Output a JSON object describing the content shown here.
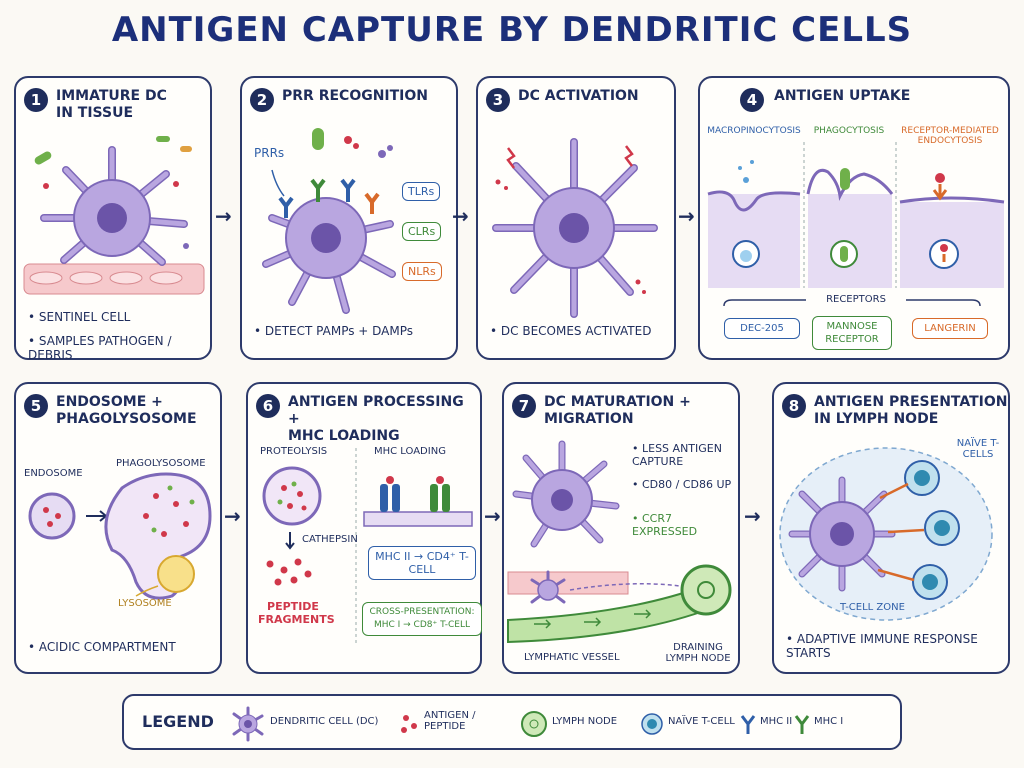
{
  "title": "ANTIGEN CAPTURE BY DENDRITIC CELLS",
  "panels": [
    {
      "num": "1",
      "title": [
        "IMMATURE DC",
        "IN TISSUE"
      ],
      "bullets": [
        "SENTINEL CELL",
        "SAMPLES PATHOGEN / DEBRIS"
      ]
    },
    {
      "num": "2",
      "title": [
        "PRR RECOGNITION"
      ],
      "bullets": [
        "DETECT PAMPs + DAMPs"
      ],
      "prrs_label": "PRRs",
      "tags": [
        "TLRs",
        "CLRs",
        "NLRs"
      ]
    },
    {
      "num": "3",
      "title": [
        "DC ACTIVATION"
      ],
      "bullets": [
        "DC BECOMES ACTIVATED"
      ]
    },
    {
      "num": "4",
      "title": [
        "ANTIGEN UPTAKE"
      ],
      "modes": [
        "MACROPINOCYTOSIS",
        "PHAGOCYTOSIS",
        "RECEPTOR-MEDIATED ENDOCYTOSIS"
      ],
      "receptors_label": "RECEPTORS",
      "receptors": [
        "DEC-205",
        "MANNOSE RECEPTOR",
        "LANGERIN"
      ]
    },
    {
      "num": "5",
      "title": [
        "ENDOSOME +",
        "PHAGOLYSOSOME"
      ],
      "bullets": [
        "ACIDIC COMPARTMENT"
      ],
      "endosome": "ENDOSOME",
      "phagolysosome": "PHAGOLYSOSOME",
      "lysosome": "LYSOSOME"
    },
    {
      "num": "6",
      "title": [
        "ANTIGEN PROCESSING +",
        "MHC LOADING"
      ],
      "proteolysis": "PROTEOLYSIS",
      "cathepsin": "CATHEPSIN",
      "peptide": "PEPTIDE FRAGMENTS",
      "mhc_loading": "MHC LOADING",
      "mhc2": "MHC II → CD4⁺ T-CELL",
      "cross": "CROSS-PRESENTATION: MHC I → CD8⁺ T-CELL"
    },
    {
      "num": "7",
      "title": [
        "DC MATURATION +",
        "MIGRATION"
      ],
      "bullets": [
        "LESS ANTIGEN CAPTURE",
        "CD80 / CD86 UP",
        "CCR7 EXPRESSED"
      ],
      "lymphatic": "LYMPHATIC VESSEL",
      "node": "DRAINING LYMPH NODE"
    },
    {
      "num": "8",
      "title": [
        "ANTIGEN PRESENTATION",
        "IN LYMPH NODE"
      ],
      "bullets": [
        "ADAPTIVE IMMUNE RESPONSE STARTS"
      ],
      "naive": "NAÏVE T-CELLS",
      "zone": "T-CELL ZONE"
    }
  ],
  "legend": {
    "title": "LEGEND",
    "items": [
      "DENDRITIC CELL (DC)",
      "ANTIGEN / PEPTIDE",
      "LYMPH NODE",
      "NAÏVE T-CELL",
      "MHC II",
      "MHC I"
    ]
  },
  "colors": {
    "dc": "#b9a6e0",
    "dc_dark": "#7d68b8",
    "nucleus": "#6b54a8",
    "tlr": "#2f5fa8",
    "clr": "#3f8a3a",
    "nlr": "#d86a2a",
    "antigen": "#d0384a",
    "tcell": "#7fbfd8"
  }
}
